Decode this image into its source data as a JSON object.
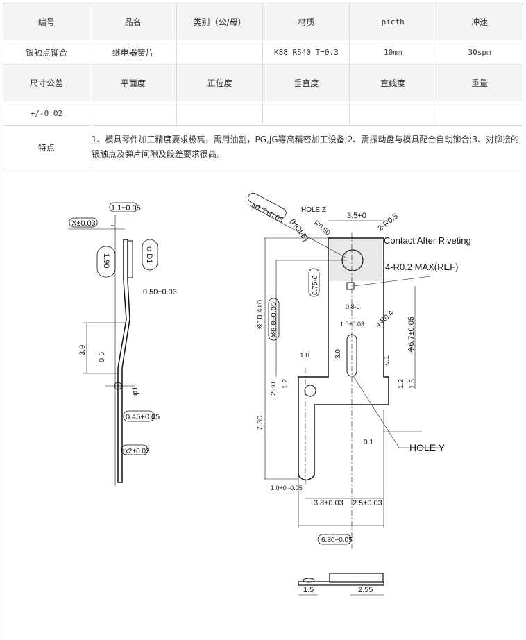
{
  "table": {
    "header1": [
      "编号",
      "品名",
      "类别（公/母）",
      "材质",
      "picth",
      "冲速"
    ],
    "row1": [
      "银触点铆合",
      "继电器簧片",
      "",
      "K88 R540 T=0.3",
      "10mm",
      "30spm"
    ],
    "header2": [
      "尺寸公差",
      "平面度",
      "正位度",
      "垂直度",
      "直线度",
      "重量"
    ],
    "row2": [
      "+/-0.02",
      "",
      "",
      "",
      "",
      ""
    ],
    "features_label": "特点",
    "features_text": "1、模具零件加工精度要求极高，需用油割，PG,JG等高精密加工设备;2、需振动盘与模具配合自动铆合;3、对铆接的银触点及弹片间隙及段差要求很高。"
  },
  "drawing": {
    "labels": {
      "d1": "1.1±0.05",
      "d2": "X±0.03",
      "d3": "1.90",
      "d4": "φ D1",
      "d5": "0.50±0.03",
      "d6": "3.9",
      "d7": "0.5",
      "d8": "φ1",
      "d9": "0.45+0.05",
      "d10": "tx2+0.03",
      "e1": "φ1.7±0.05",
      "e2": "(HOLE)",
      "e3": "HOLE Z",
      "e4": "R0.50",
      "e5": "3.5+0",
      "e6": "2-R0.5",
      "e7": "Contact After Riveting",
      "e8": "4-R0.2 MAX(REF)",
      "e9": "0.75-0",
      "e10": "0.8-0",
      "e11": "※10.4+0",
      "e12": "※8.8±0.05",
      "e13": "1.0±0.03",
      "e14": "4-R0.4",
      "e15": "※6.7±0.05",
      "e16": "3.0",
      "e17": "1.0",
      "e18": "0.1",
      "e19": "1.2",
      "e20": "2.30",
      "e21": "1.2",
      "e22": "1.5",
      "e23": "7.30",
      "e24": "0.1",
      "e25": "HOLE Y",
      "e26": "1.0+0 -0.05",
      "e27": "3.8±0.03",
      "e28": "2.5±0.03",
      "e29": "6.80+0.05",
      "e30": "1.5",
      "e31": "2.55"
    }
  }
}
